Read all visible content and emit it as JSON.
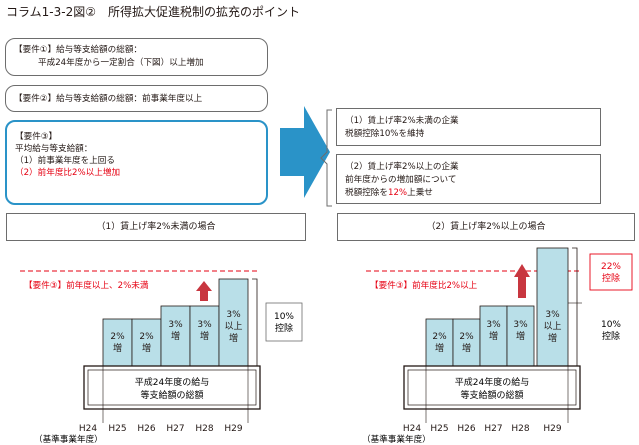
{
  "title": "コラム1-3-2図②　所得拡大促進税制の拡充のポイント",
  "requirements": {
    "req1": {
      "line1": "【要件①】給与等支給額の総額：",
      "line2": "平成24年度から一定割合（下図）以上増加"
    },
    "req2": {
      "line1": "【要件②】給与等支給額の総額：前事業年度以上"
    },
    "req3": {
      "line1": "【要件③】",
      "line2": "平均給与等支給額：",
      "line3": "（1）前事業年度を上回る",
      "line4": "（2）前年度比2%以上増加"
    }
  },
  "results": {
    "r1": {
      "line1": "（1）賃上げ率2%未満の企業",
      "line2": "税額控除10%を維持"
    },
    "r2": {
      "line1": "（2）賃上げ率2%以上の企業",
      "line2": "前年度からの増加額について",
      "line3_prefix": "税額控除を",
      "line3_highlight": "12%",
      "line3_suffix": "上乗せ"
    }
  },
  "panels": [
    {
      "header": "（1）賃上げ率2%未満の場合",
      "annotation": "【要件③】前年度以上、2%未満",
      "base_label_1": "平成24年度の給与",
      "base_label_2": "等支給額の総額",
      "bars": [
        {
          "year": "H24",
          "label": []
        },
        {
          "year": "H25",
          "label": [
            "2%",
            "増"
          ]
        },
        {
          "year": "H26",
          "label": [
            "2%",
            "増"
          ]
        },
        {
          "year": "H27",
          "label": [
            "3%",
            "増"
          ]
        },
        {
          "year": "H28",
          "label": [
            "3%",
            "増"
          ]
        },
        {
          "year": "H29",
          "label": [
            "3%",
            "以上",
            "増"
          ]
        }
      ],
      "deduction": {
        "line1": "10%",
        "line2": "控除"
      },
      "base_year_note": "（基準事業年度）"
    },
    {
      "header": "（2）賃上げ率2%以上の場合",
      "annotation": "【要件③】前年度比2%以上",
      "base_label_1": "平成24年度の給与",
      "base_label_2": "等支給額の総額",
      "bars": [
        {
          "year": "H24",
          "label": []
        },
        {
          "year": "H25",
          "label": [
            "2%",
            "増"
          ]
        },
        {
          "year": "H26",
          "label": [
            "2%",
            "増"
          ]
        },
        {
          "year": "H27",
          "label": [
            "3%",
            "増"
          ]
        },
        {
          "year": "H28",
          "label": [
            "3%",
            "増"
          ]
        },
        {
          "year": "H29",
          "label": [
            "3%",
            "以上",
            "増"
          ]
        }
      ],
      "extra_deduction": {
        "line1": "22%",
        "line2": "控除"
      },
      "deduction": {
        "line1": "10%",
        "line2": "控除"
      },
      "base_year_note": "（基準事業年度）"
    }
  ],
  "colors": {
    "bar_fill": "#b9dfe8",
    "accent_blue": "#2a93c8",
    "red": "#e60012",
    "arrow_red": "#c8363f",
    "arrow_blue": "#2a93c8"
  }
}
